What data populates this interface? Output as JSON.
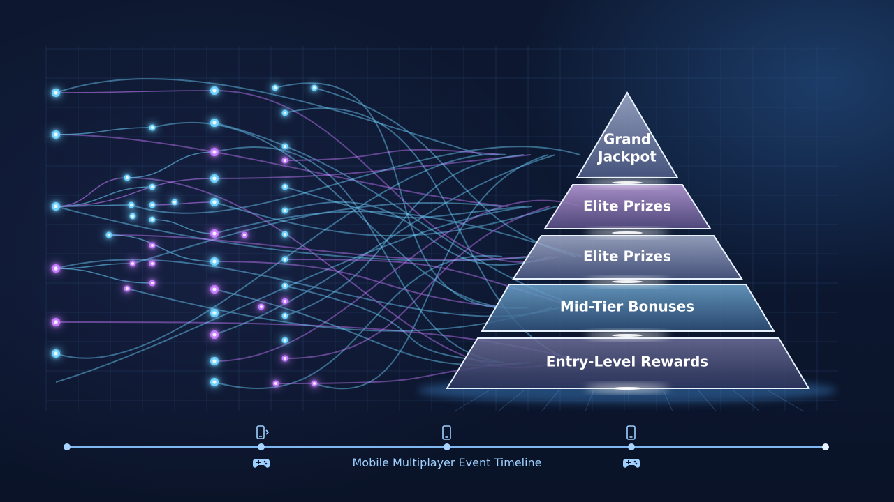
{
  "pyramid": {
    "tiers": [
      {
        "label_lines": [
          "Grand",
          "Jackpot"
        ]
      },
      {
        "label_lines": [
          "Elite Prizes"
        ]
      },
      {
        "label_lines": [
          "Elite Prizes"
        ]
      },
      {
        "label_lines": [
          "Mid-Tier Bonuses"
        ]
      },
      {
        "label_lines": [
          "Entry-Level Rewards"
        ]
      }
    ]
  },
  "timeline": {
    "label": "Mobile Multiplayer Event Timeline",
    "icons": [
      "phone-share-icon",
      "gamepad-icon",
      "phone-icon",
      "phone-icon",
      "gamepad-icon"
    ]
  },
  "colors": {
    "background": "#0c1730",
    "cyan_glow": "#6fd3ff",
    "violet_glow": "#c77dff",
    "timeline": "#7fb8f0"
  }
}
